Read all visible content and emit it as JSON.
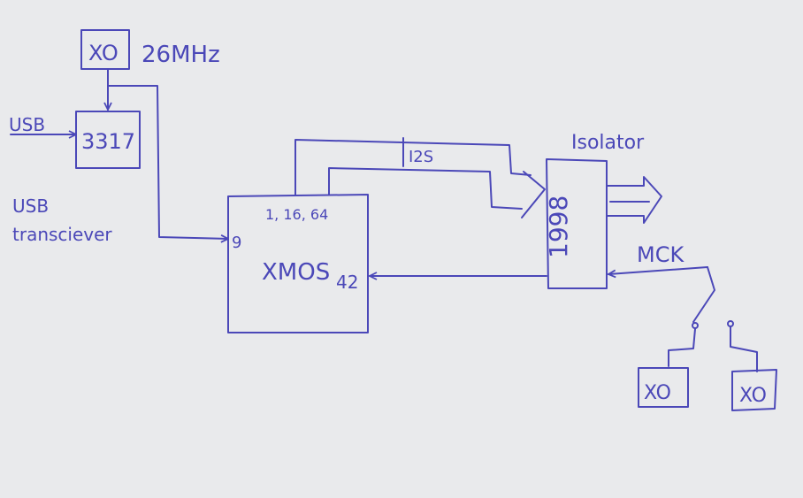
{
  "colors": {
    "ink": "#4b48b8",
    "board": "#e9eaec"
  },
  "labels": {
    "xo_top": "XO",
    "freq": "26MHz",
    "usb_in": "USB",
    "chip_3317": "3317",
    "usb_caption_1": "USB",
    "usb_caption_2": "transciever",
    "xmos_pins": "1, 16, 64",
    "xmos_name": "XMOS",
    "xmos_pin_9": "9",
    "xmos_pin_42": "42",
    "i2s": "I2S",
    "isolator_title": "Isolator",
    "isolator_part": "1998",
    "mck": "MCK",
    "xo_bottom_left": "XO",
    "xo_bottom_right": "XO"
  }
}
